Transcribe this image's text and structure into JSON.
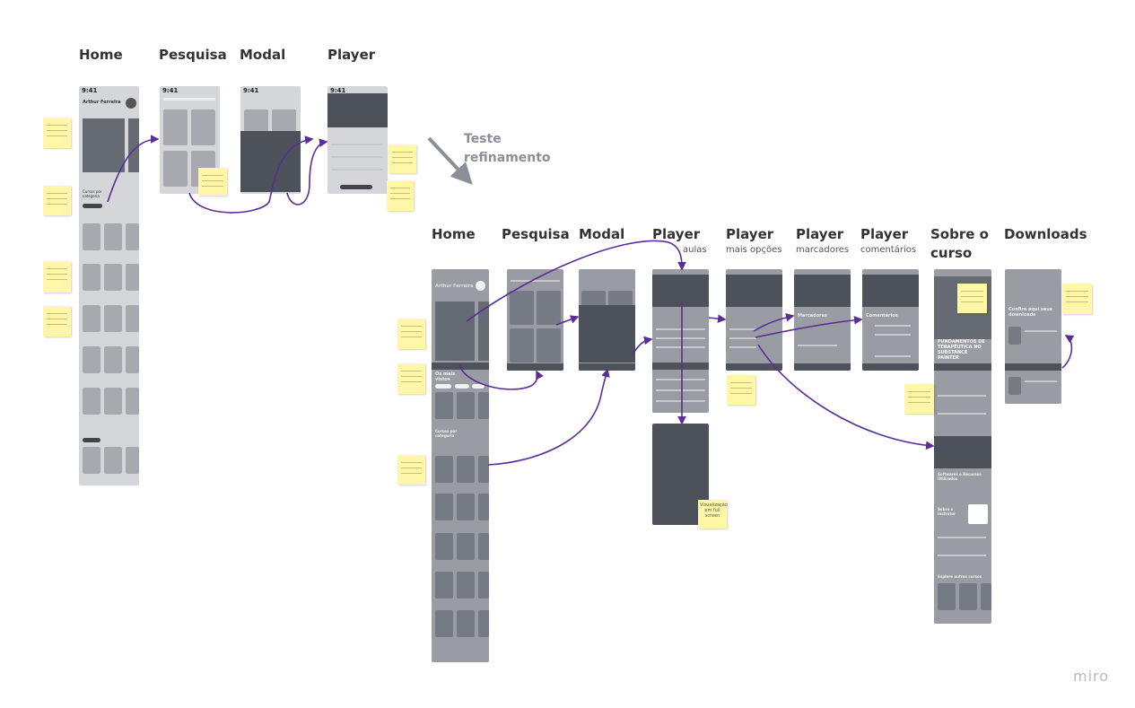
{
  "labels_original": [
    "Home",
    "Pesquisa",
    "Modal",
    "Player"
  ],
  "teste_label": [
    "Teste",
    "refinamento"
  ],
  "labels_refined": [
    {
      "title": "Home",
      "subtitle": ""
    },
    {
      "title": "Pesquisa",
      "subtitle": ""
    },
    {
      "title": "Modal",
      "subtitle": ""
    },
    {
      "title": "Player",
      "subtitle": "aulas"
    },
    {
      "title": "Player",
      "subtitle": "mais opções"
    },
    {
      "title": "Player",
      "subtitle": "marcadores"
    },
    {
      "title": "Player",
      "subtitle": "comentários"
    },
    {
      "title": "Sobre o curso",
      "subtitle": ""
    },
    {
      "title": "Downloads",
      "subtitle": ""
    }
  ],
  "sobre_title_lines": [
    "Sobre o",
    "curso"
  ],
  "status_time": "9:41",
  "home_user_name": "Arthur Ferreira",
  "screen_texts": {
    "home_cursos": "Cursos por categoria",
    "ref_os_mais_vistos": "Os mais vistos",
    "ref_cursos_categoria": "Cursos por categoria",
    "comentarios": "Comentários",
    "marcadores": "Marcadores",
    "fundamentos": "FUNDAMENTOS DE TERAPÊUTICA NO SUBSTANCE PAINTER",
    "downloads_title": "Confira aqui seus downloads",
    "sobre_instrutor": "Sobre o instrutor",
    "softwares": "Softwares e Recursos Utilizados",
    "explore": "Explore outros cursos",
    "fullscreen_note": "Visualização em full screen"
  },
  "brand": "miro",
  "colors": {
    "screen_gray": "#9a9ca3",
    "screen_light": "#d5d6d9",
    "card_gray": "#767a84",
    "sticky_note": "#fff6a8",
    "arrow_purple": "#5b2d96",
    "teste_gray": "#8b8f98"
  }
}
